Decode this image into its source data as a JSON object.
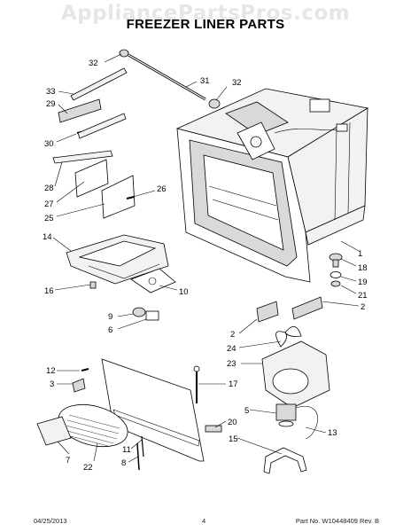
{
  "watermark": "AppliancePartsPros.com",
  "title": "FREEZER LINER PARTS",
  "callouts": [
    {
      "id": "c32a",
      "label": "32"
    },
    {
      "id": "c31",
      "label": "31"
    },
    {
      "id": "c32b",
      "label": "32"
    },
    {
      "id": "c33",
      "label": "33"
    },
    {
      "id": "c29",
      "label": "29"
    },
    {
      "id": "c30",
      "label": "30"
    },
    {
      "id": "c28",
      "label": "28"
    },
    {
      "id": "c27",
      "label": "27"
    },
    {
      "id": "c25",
      "label": "25"
    },
    {
      "id": "c26",
      "label": "26"
    },
    {
      "id": "c14",
      "label": "14"
    },
    {
      "id": "c1",
      "label": "1"
    },
    {
      "id": "c18",
      "label": "18"
    },
    {
      "id": "c19",
      "label": "19"
    },
    {
      "id": "c21",
      "label": "21"
    },
    {
      "id": "c16",
      "label": "16"
    },
    {
      "id": "c10",
      "label": "10"
    },
    {
      "id": "c2a",
      "label": "2"
    },
    {
      "id": "c9",
      "label": "9"
    },
    {
      "id": "c6",
      "label": "6"
    },
    {
      "id": "c2b",
      "label": "2"
    },
    {
      "id": "c24",
      "label": "24"
    },
    {
      "id": "c23",
      "label": "23"
    },
    {
      "id": "c12",
      "label": "12"
    },
    {
      "id": "c3",
      "label": "3"
    },
    {
      "id": "c17",
      "label": "17"
    },
    {
      "id": "c5",
      "label": "5"
    },
    {
      "id": "c20",
      "label": "20"
    },
    {
      "id": "c13",
      "label": "13"
    },
    {
      "id": "c7",
      "label": "7"
    },
    {
      "id": "c11",
      "label": "11"
    },
    {
      "id": "c15",
      "label": "15"
    },
    {
      "id": "c8",
      "label": "8"
    },
    {
      "id": "c22",
      "label": "22"
    }
  ],
  "footer": {
    "date": "04/25/2013",
    "page": "4",
    "part_no": "Part No.  W10448409  Rev.  B"
  }
}
